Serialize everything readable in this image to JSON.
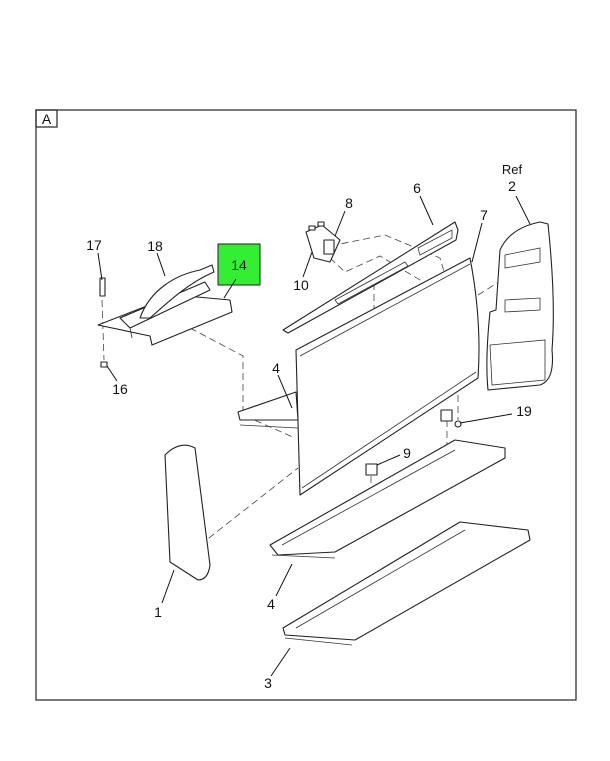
{
  "view_label": "A",
  "highlight_color": "#33ee33",
  "callouts": {
    "c17": "17",
    "c18": "18",
    "c14": "14",
    "c8": "8",
    "c6": "6",
    "c7": "7",
    "ref": "Ref",
    "c2": "2",
    "c10": "10",
    "c4a": "4",
    "c16": "16",
    "c19": "19",
    "c9": "9",
    "c1": "1",
    "c4b": "4",
    "c3": "3"
  }
}
